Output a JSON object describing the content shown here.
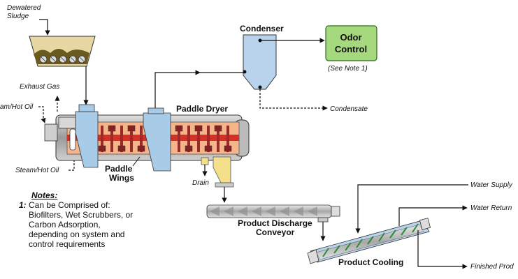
{
  "labels": {
    "dewatered_sludge": [
      "Dewatered",
      "Sludge"
    ],
    "exhaust_gas": "Exhaust Gas",
    "steam_hot_oil_top": "am/Hot Oil",
    "steam_hot_oil_bottom": "Steam/Hot Oil",
    "condenser": "Condenser",
    "odor_control": [
      "Odor",
      "Control"
    ],
    "see_note": "(See Note 1)",
    "condensate": "Condensate",
    "paddle_dryer": "Paddle Dryer",
    "paddle_wings": [
      "Paddle",
      "Wings"
    ],
    "drain": "Drain",
    "discharge_conveyor": [
      "Product Discharge",
      "Conveyor"
    ],
    "water_supply": "Water Supply",
    "water_return": "Water Return",
    "product_cooling": "Product Cooling",
    "finished_prod": "Finished Prod"
  },
  "notes": {
    "heading": "Notes:",
    "number": "1:",
    "lines": [
      "Can be Comprised of:",
      "Biofilters, Wet Scrubbers, or",
      "Carbon Adsorption,",
      "depending on system and",
      "control requirements"
    ]
  },
  "colors": {
    "hopper": "#e6d7a3",
    "sludge": "#6b5a1e",
    "vessel_blue": "#b9d3ec",
    "dryer_gray": "#b4b4b4",
    "interior": "#f5b48a",
    "shaft": "#d4302a",
    "paddle": "#9b2a2a",
    "housing_blue": "#a8cbe8",
    "conveyor_gray": "#c8c8c8",
    "odor_green": "#a6d97e",
    "discharge_yellow": "#f4e08a"
  }
}
